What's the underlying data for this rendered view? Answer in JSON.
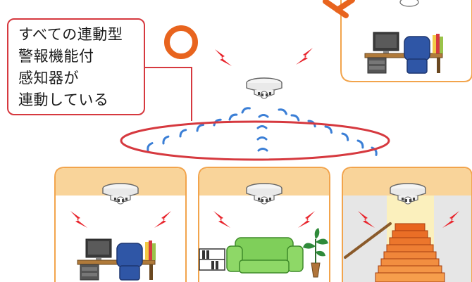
{
  "callout": {
    "lines": [
      "すべての連動型",
      "警報機能付",
      "感知器が",
      "連動している"
    ]
  },
  "status": {
    "correct_mark": "circle",
    "incorrect_mark": "cross"
  },
  "rooms": [
    {
      "kind": "study"
    },
    {
      "kind": "living-room"
    },
    {
      "kind": "stairway"
    }
  ],
  "colors": {
    "accent_red": "#d6393f",
    "accent_orange": "#e8641e",
    "room_border": "#f2a44c",
    "room_header": "#f9d49a",
    "signal_blue": "#3b7fd6",
    "alarm_red": "#e8262e"
  }
}
